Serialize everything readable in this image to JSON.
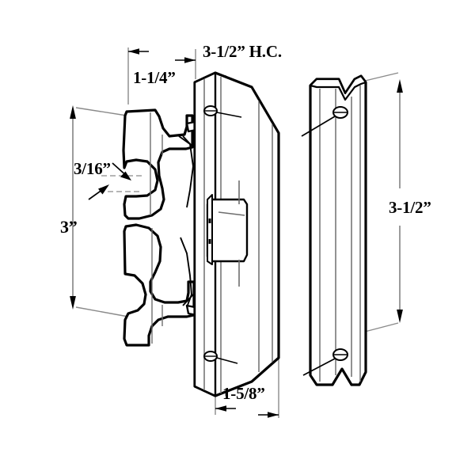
{
  "drawing": {
    "title": "Sliding Door Handle Set Exploded Assembly Drawing",
    "background_color": "#ffffff",
    "line_color": "#000000",
    "thin_line_color": "#6e6e6e",
    "dimension_line_color": "#8a8a8a",
    "view_type": "isometric-exploded-technical-drawing"
  },
  "dimensions": {
    "height_clearance": "3-1/2” H.C.",
    "handle_depth": "1-1/4”",
    "thickness": "3/16”",
    "handle_height": "3”",
    "plate_height": "3-1/2”",
    "plate_width": "1-5/8”"
  },
  "parts": [
    {
      "name": "inner-handle-profile",
      "description": "Left hooked pull handle profile with two finger grips"
    },
    {
      "name": "mounting-plate",
      "description": "Center backing plate with two screw holes and center latch"
    },
    {
      "name": "outer-pull-plate",
      "description": "Right channel pull plate with V-notch top and bottom and two screw holes"
    }
  ],
  "features": {
    "screw_hole_count": 4,
    "latch_label": "center-latch"
  }
}
